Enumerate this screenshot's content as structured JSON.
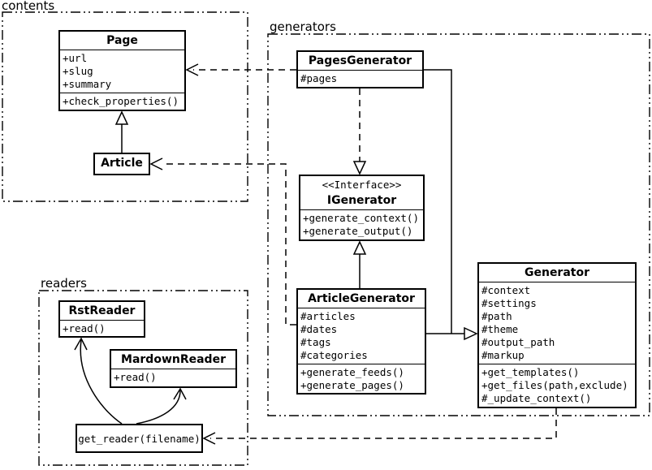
{
  "packages": {
    "contents": {
      "label": "contents"
    },
    "generators": {
      "label": "generators"
    },
    "readers": {
      "label": "readers"
    }
  },
  "classes": {
    "page": {
      "title": "Page",
      "attributes": [
        "+url",
        "+slug",
        "+summary"
      ],
      "methods": [
        "+check_properties()"
      ]
    },
    "article": {
      "title": "Article"
    },
    "pages_generator": {
      "title": "PagesGenerator",
      "attributes": [
        "#pages"
      ]
    },
    "igenerator": {
      "stereotype": "<<Interface>>",
      "title": "IGenerator",
      "methods": [
        "+generate_context()",
        "+generate_output()"
      ]
    },
    "article_generator": {
      "title": "ArticleGenerator",
      "attributes": [
        "#articles",
        "#dates",
        "#tags",
        "#categories"
      ],
      "methods": [
        "+generate_feeds()",
        "+generate_pages()"
      ]
    },
    "generator": {
      "title": "Generator",
      "attributes": [
        "#context",
        "#settings",
        "#path",
        "#theme",
        "#output_path",
        "#markup"
      ],
      "methods": [
        "+get_templates()",
        "+get_files(path,exclude)",
        "#_update_context()"
      ]
    },
    "rst_reader": {
      "title": "RstReader",
      "methods": [
        "+read()"
      ]
    },
    "markdown_reader": {
      "title": "MardownReader",
      "methods": [
        "+read()"
      ]
    },
    "get_reader": {
      "title": "get_reader(filename)"
    }
  }
}
